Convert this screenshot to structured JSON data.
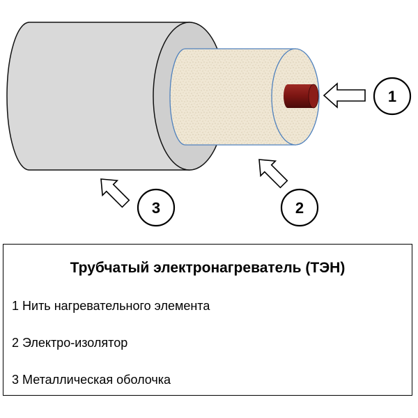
{
  "diagram": {
    "labels": [
      "1",
      "2",
      "3"
    ]
  },
  "legend": {
    "title": "Трубчатый электронагреватель (ТЭН)",
    "items": [
      "1 Нить нагревательного элемента",
      "2 Электро-изолятор",
      "3 Металлическая оболочка"
    ]
  },
  "colors": {
    "sheath": "#d9d9d9",
    "insulator": "#efe6d3",
    "filament": "#7a1512",
    "outline": "#111111",
    "insulator_outline": "#4f81bd"
  }
}
